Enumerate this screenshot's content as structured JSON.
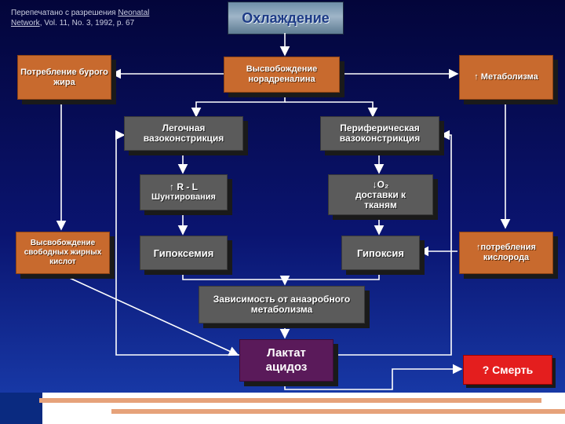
{
  "credit": {
    "line1": "Перепечатано с разрешения ",
    "link1": "Neonatal",
    "link2": "Network",
    "rest": ", Vol. 11, No. 3, 1992, p. 67"
  },
  "title": "Охлаждение",
  "boxes": {
    "brown_fat": "Потребление бурого жира",
    "norepinephrine": "Высвобождение норадреналина",
    "metabolism": "↑ Метаболизма",
    "pulmonary_vc": "Легочная вазоконстрикция",
    "peripheral_vc": "Периферическая вазоконстрикция",
    "rl_shunt_1": "↑ R - L",
    "rl_shunt_2": "Шунтирования",
    "o2_delivery_1": "↓O₂",
    "o2_delivery_2": "доставки к тканям",
    "hypoxemia": "Гипоксемия",
    "hypoxia": "Гипоксия",
    "oxygen_consumption": "↑потребления кислорода",
    "free_fatty_acids": "Высвобождение свободных жирных кислот",
    "anaerobic": "Зависимость от анаэробного метаболизма",
    "lactate_1": "Лактат",
    "lactate_2": "ацидоз",
    "death": "? Смерть"
  },
  "colors": {
    "orange": "#c86a2e",
    "gray": "#5b5b5b",
    "purple": "#5a1a5a",
    "red": "#e41e1e",
    "arrow": "#ffffff",
    "accent_bar": "#e6a27a"
  }
}
